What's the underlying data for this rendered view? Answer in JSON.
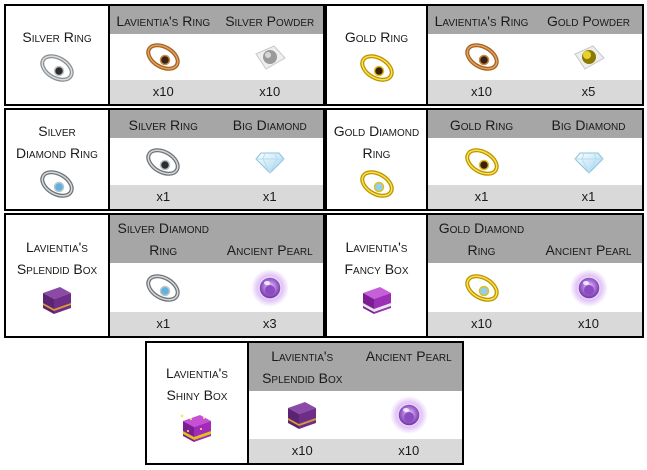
{
  "recipes": [
    {
      "result": {
        "name": "Silver Ring",
        "icon": "silver-ring-icon"
      },
      "materials": [
        {
          "name": "Lavientia's Ring",
          "icon": "bronze-ring-icon",
          "qty": "x10"
        },
        {
          "name": "Silver Powder",
          "icon": "silver-powder-icon",
          "qty": "x10"
        }
      ]
    },
    {
      "result": {
        "name": "Gold Ring",
        "icon": "gold-ring-icon"
      },
      "materials": [
        {
          "name": "Lavientia's Ring",
          "icon": "bronze-ring-icon",
          "qty": "x10"
        },
        {
          "name": "Gold Powder",
          "icon": "gold-powder-icon",
          "qty": "x5"
        }
      ]
    },
    {
      "result": {
        "name_lines": [
          "Silver",
          "Diamond Ring"
        ],
        "icon": "silver-diamond-ring-icon"
      },
      "materials": [
        {
          "name": "Silver Ring",
          "icon": "silver-ring-icon",
          "qty": "x1"
        },
        {
          "name": "Big Diamond",
          "icon": "diamond-icon",
          "qty": "x1"
        }
      ]
    },
    {
      "result": {
        "name_lines": [
          "Gold Diamond",
          "Ring"
        ],
        "icon": "gold-diamond-ring-icon"
      },
      "materials": [
        {
          "name": "Gold Ring",
          "icon": "gold-ring-icon",
          "qty": "x1"
        },
        {
          "name": "Big Diamond",
          "icon": "diamond-icon",
          "qty": "x1"
        }
      ]
    },
    {
      "result": {
        "name_lines": [
          "Lavientia's",
          "Splendid Box"
        ],
        "icon": "splendid-box-icon"
      },
      "materials": [
        {
          "name_lines": [
            "Silver Diamond",
            "Ring"
          ],
          "icon": "silver-diamond-ring-icon",
          "qty": "x1"
        },
        {
          "name": "Ancient Pearl",
          "icon": "ancient-pearl-icon",
          "qty": "x3"
        }
      ]
    },
    {
      "result": {
        "name_lines": [
          "Lavientia's",
          "Fancy Box"
        ],
        "icon": "fancy-box-icon"
      },
      "materials": [
        {
          "name_lines": [
            "Gold Diamond",
            "Ring"
          ],
          "icon": "gold-diamond-ring-icon",
          "qty": "x10"
        },
        {
          "name": "Ancient Pearl",
          "icon": "ancient-pearl-icon",
          "qty": "x10"
        }
      ]
    },
    {
      "result": {
        "name_lines": [
          "Lavientia's",
          "Shiny Box"
        ],
        "icon": "shiny-box-icon"
      },
      "materials": [
        {
          "name_lines": [
            "Lavientia's",
            "Splendid Box"
          ],
          "icon": "splendid-box-icon",
          "qty": "x10"
        },
        {
          "name": "Ancient Pearl",
          "icon": "ancient-pearl-icon",
          "qty": "x10"
        }
      ]
    }
  ],
  "colors": {
    "header_bg": "#a6a6a6",
    "qty_bg": "#d9d9d9",
    "border": "#000000"
  }
}
